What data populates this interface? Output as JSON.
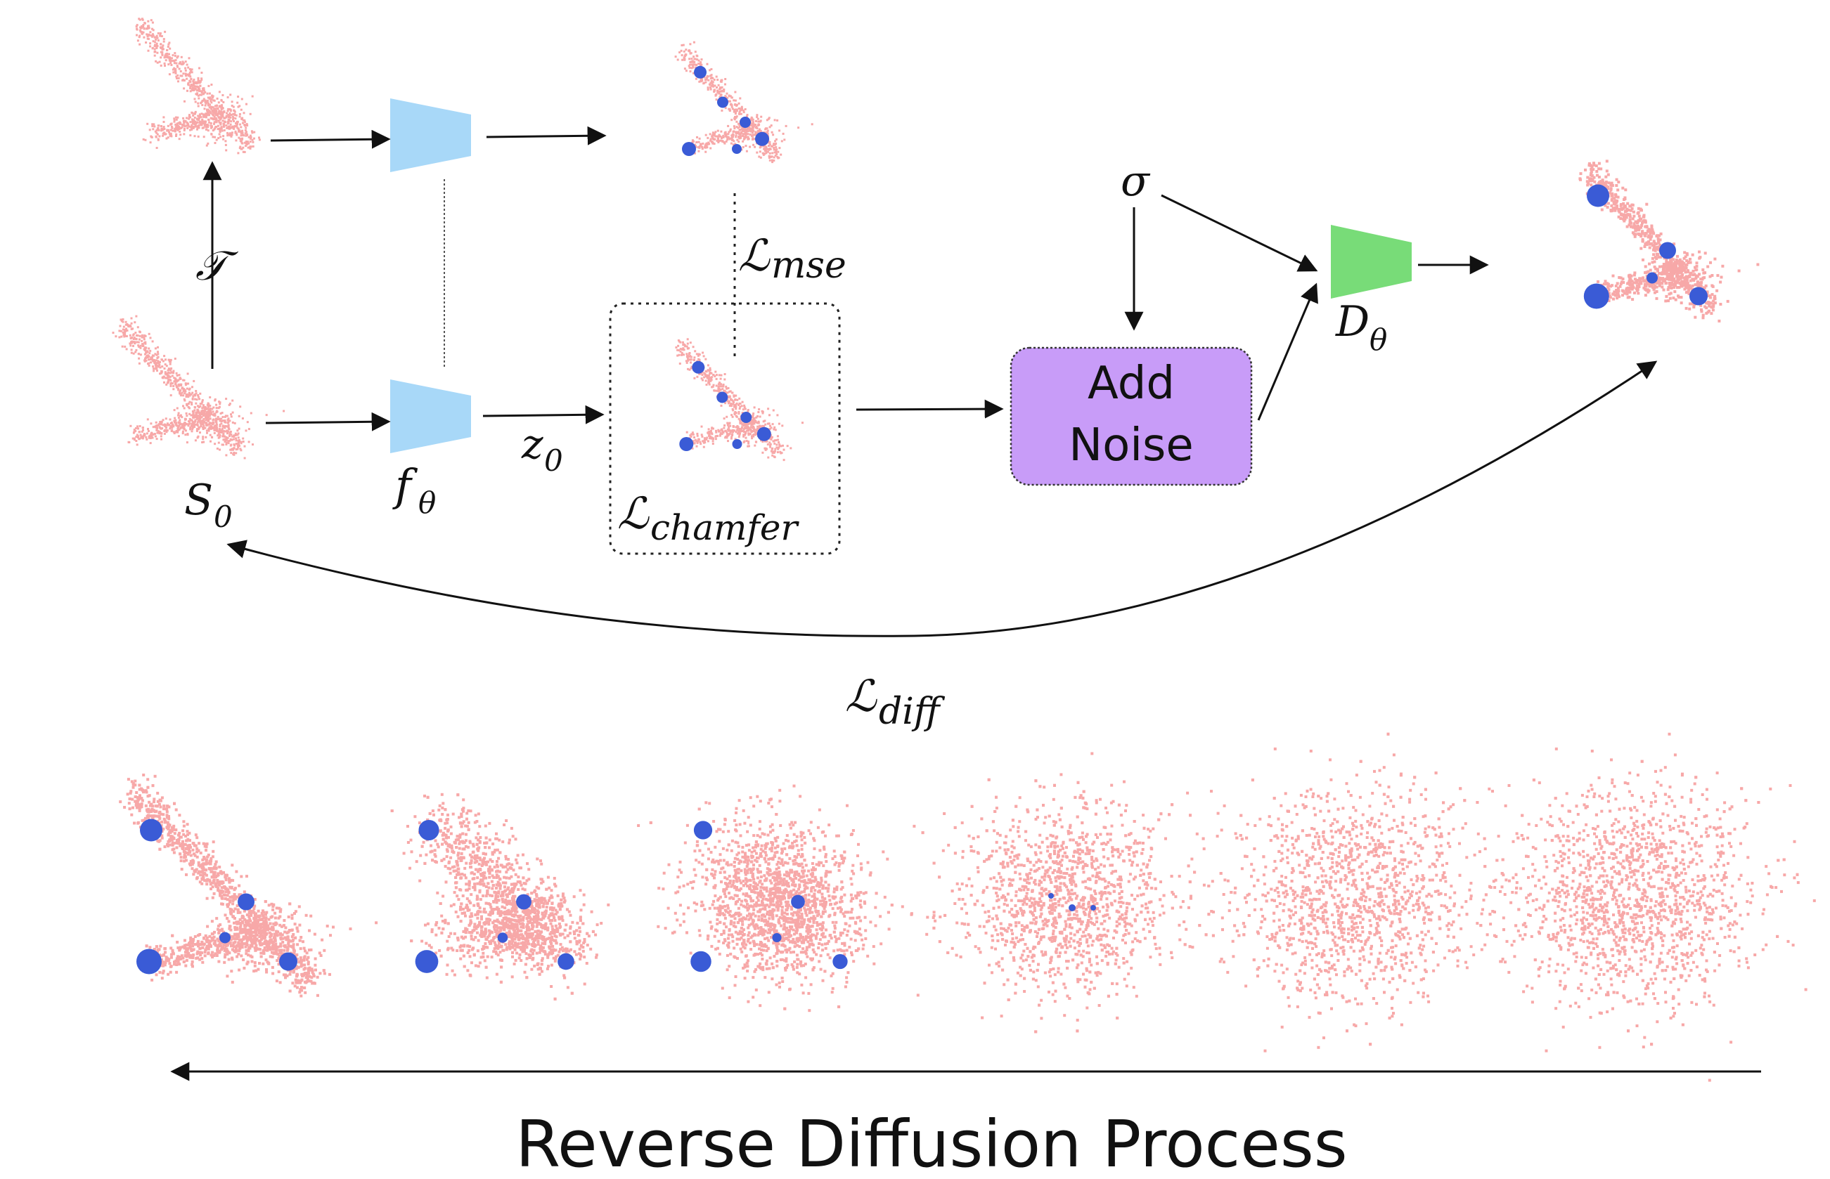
{
  "labels": {
    "transform": "𝒯",
    "encoder_base": "f",
    "encoder_sub": "θ",
    "latent_base": "z",
    "latent_sub": "0",
    "input_base": "S",
    "input_sub": "0",
    "mse_base": "ℒ",
    "mse_sub": "mse",
    "chamfer_base": "ℒ",
    "chamfer_sub": "chamfer",
    "sigma": "σ",
    "decoder_base": "D",
    "decoder_sub": "θ",
    "diff_base": "ℒ",
    "diff_sub": "diff"
  },
  "noise_box": {
    "line1": "Add",
    "line2": "Noise"
  },
  "caption": "Reverse Diffusion Process",
  "colors": {
    "point": "#f7a8a8",
    "keypoint": "#3a5bd6",
    "encoder": "#a8d8f8",
    "decoder": "#78dc78",
    "noise_box": "#c89cf8"
  },
  "diffusion_steps": [
    {
      "noise": 0.0
    },
    {
      "noise": 0.3
    },
    {
      "noise": 0.6
    },
    {
      "noise": 0.85
    },
    {
      "noise": 1.0
    },
    {
      "noise": 1.0
    }
  ]
}
